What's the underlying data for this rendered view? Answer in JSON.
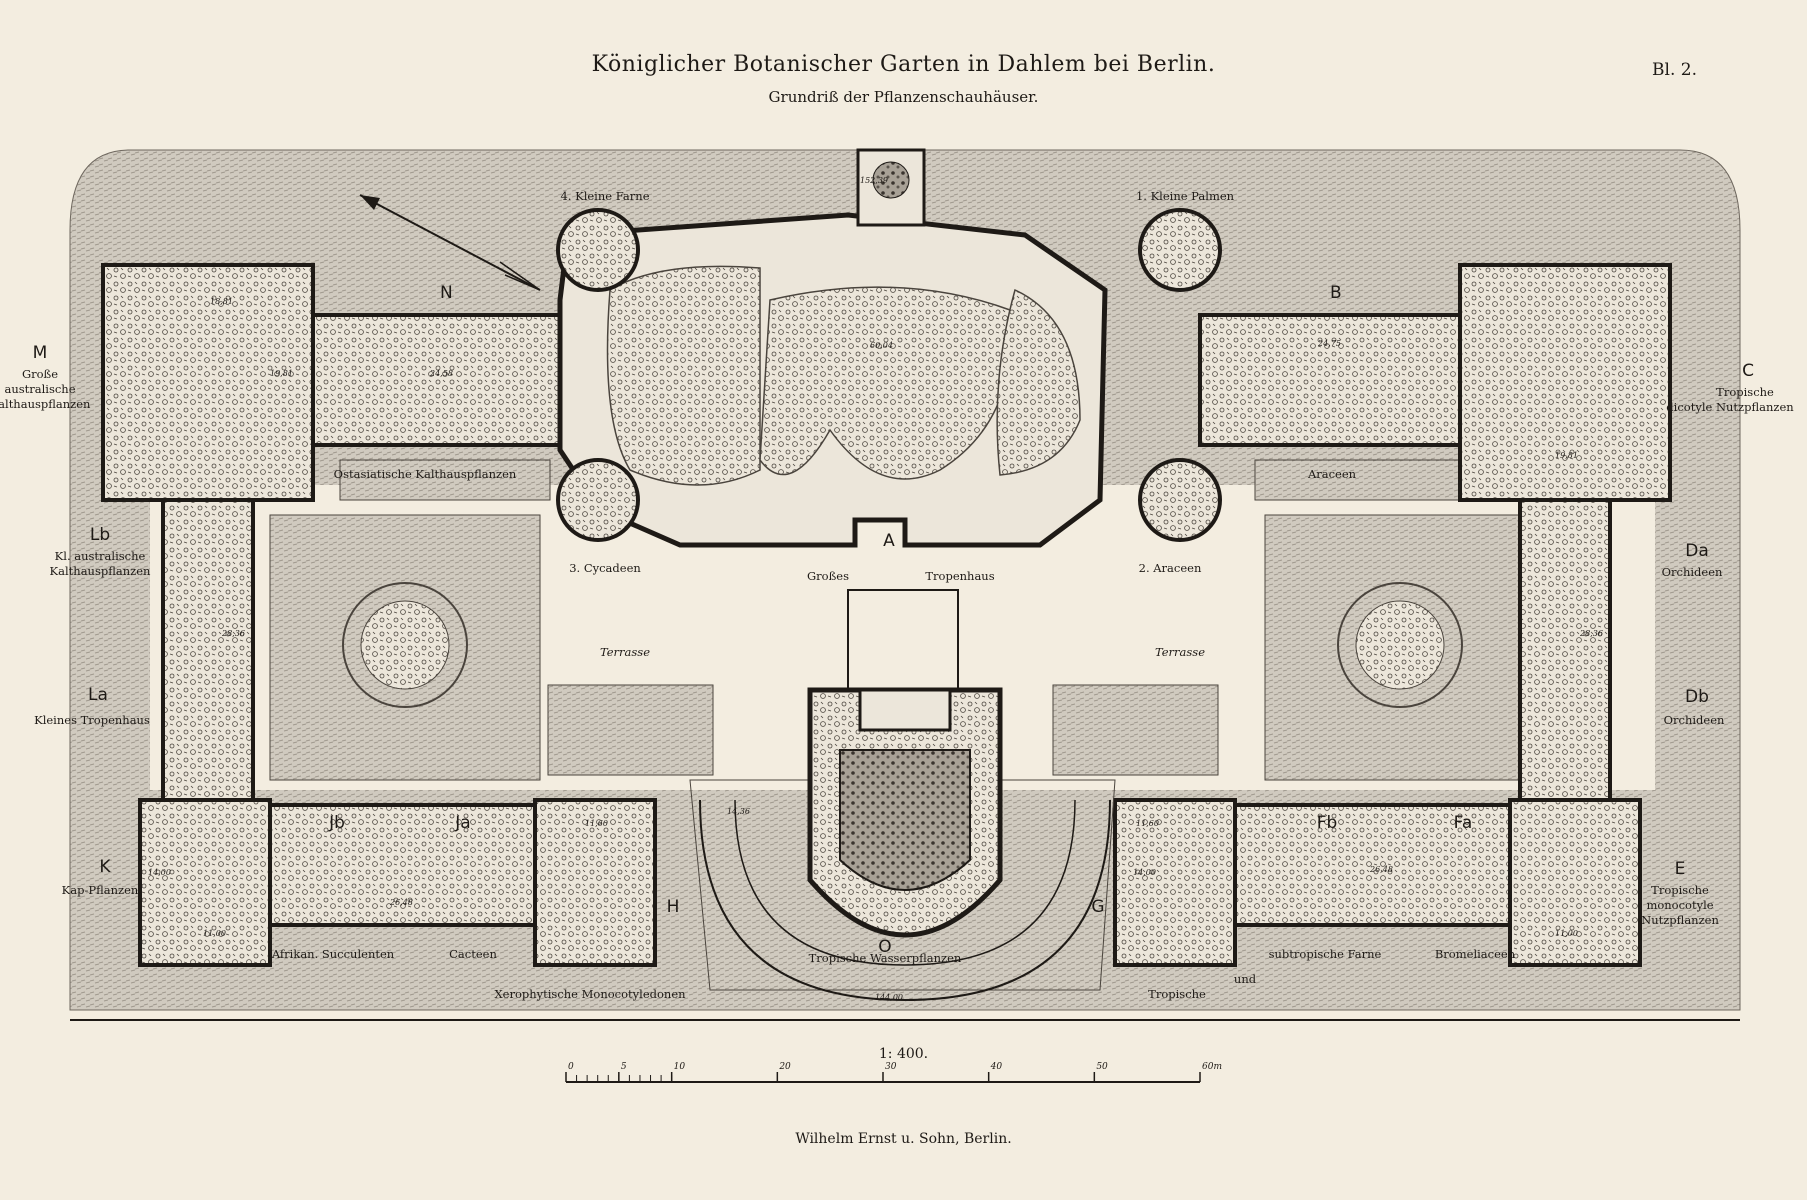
{
  "header": {
    "title": "Königlicher Botanischer Garten in Dahlem bei Berlin.",
    "subtitle": "Grundriß der Pflanzenschauhäuser.",
    "sheet": "Bl. 2."
  },
  "labels": {
    "N": "N",
    "B": "B",
    "M_letter": "M",
    "M_line1": "Große",
    "M_line2": "australische",
    "M_line3": "Kalthauspflanzen",
    "C_letter": "C",
    "C_line1": "Tropische",
    "C_line2": "dicotyle Nutzpflanzen",
    "Lb_letter": "Lb",
    "Lb_line1": "Kl. australische",
    "Lb_line2": "Kalthauspflanzen",
    "La_letter": "La",
    "La_line1": "Kleines Tropenhaus",
    "Da_letter": "Da",
    "Da_line1": "Orchideen",
    "Db_letter": "Db",
    "Db_line1": "Orchideen",
    "K_letter": "K",
    "K_line1": "Kap-Pflanzen",
    "E_letter": "E",
    "E_line1": "Tropische",
    "E_line2": "monocotyle",
    "E_line3": "Nutzpflanzen",
    "A": "A",
    "grosses": "Großes",
    "tropenhaus": "Tropenhaus",
    "ostasiatische": "Ostasiatische Kalthauspflanzen",
    "araceen": "Araceen",
    "kleine_farne": "4. Kleine Farne",
    "kleine_palmen": "1. Kleine Palmen",
    "cycadeen": "3. Cycadeen",
    "araceen2": "2. Araceen",
    "terrasse_left": "Terrasse",
    "terrasse_right": "Terrasse",
    "Jb": "Jb",
    "Ja": "Ja",
    "Fb": "Fb",
    "Fa": "Fa",
    "H": "H",
    "G": "G",
    "O": "O",
    "tropische_wasserpflanzen": "Tropische Wasserpflanzen",
    "afrikan": "Afrikan. Succulenten",
    "cacteen": "Cacteen",
    "xerophytische": "Xerophytische Monocotyledonen",
    "subtropische": "subtropische Farne",
    "bromeliaceen": "Bromeliaceen",
    "tropische": "Tropische",
    "und": "und"
  },
  "dimensions": {
    "d1": "18,81",
    "d2": "24,58",
    "d3": "19,81",
    "d4": "24,75",
    "d5": "19,81",
    "d6": "60,04",
    "d7": "152,39",
    "d8": "28,36",
    "d9": "28,36",
    "d10": "11,60",
    "d11": "11,60",
    "d12": "14,00",
    "d13": "26,48",
    "d14": "26,48",
    "d15": "14,00",
    "d16": "11,00",
    "d17": "11,00",
    "d18": "144,00",
    "d19": "14,36"
  },
  "scale": {
    "label": "1: 400.",
    "ticks": [
      "0",
      "5",
      "10",
      "20",
      "30",
      "40",
      "50",
      "60m"
    ],
    "tick_values": [
      0,
      5,
      10,
      20,
      30,
      40,
      50,
      60
    ]
  },
  "footer": {
    "publisher": "Wilhelm Ernst u. Sohn, Berlin."
  },
  "colors": {
    "paper": "#f3ede0",
    "ink": "#1e1a16",
    "hatch": "#bdb7ad",
    "garden": "#cfc9be"
  }
}
